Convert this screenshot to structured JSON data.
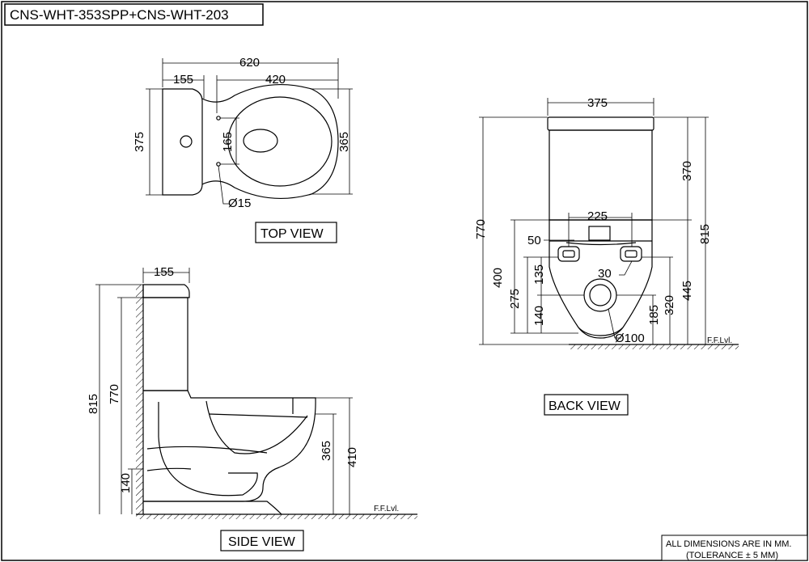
{
  "title": "CNS-WHT-353SPP+CNS-WHT-203",
  "views": {
    "top": "TOP VIEW",
    "side": "SIDE VIEW",
    "back": "BACK VIEW"
  },
  "top_dims": {
    "overall_length": "620",
    "tank_depth": "155",
    "bowl_length": "420",
    "width": "375",
    "bowl_width": "365",
    "bolt_spacing": "165",
    "bolt_diameter": "Ø15"
  },
  "side_dims": {
    "tank_depth": "155",
    "overall_height": "815",
    "tank_top_height": "770",
    "outlet_height": "140",
    "bowl_height": "365",
    "rim_height": "410",
    "floor_label": "F.F.Lvl."
  },
  "back_dims": {
    "tank_width": "375",
    "tank_height": "370",
    "overall_height": "815",
    "tank_top_height": "770",
    "bracket_spacing": "225",
    "slot_width": "50",
    "slot_size": "30",
    "height_400": "400",
    "height_135": "135",
    "height_275": "275",
    "height_140": "140",
    "height_320": "320",
    "height_445": "445",
    "height_185": "185",
    "outlet_diameter": "Ø100",
    "floor_label": "F.F.Lvl."
  },
  "note": {
    "line1": "ALL DIMENSIONS ARE IN MM.",
    "line2": "(TOLERANCE ± 5 MM)"
  }
}
